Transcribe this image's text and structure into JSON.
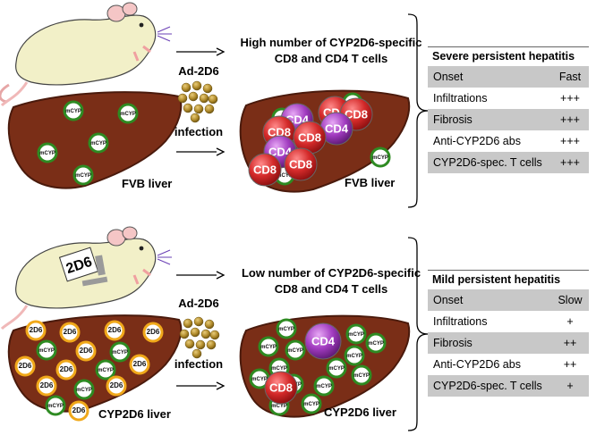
{
  "top": {
    "liver_label": "FVB liver",
    "virus_label": "Ad-2D6",
    "infection_label": "infection",
    "result_line1": "High number of CYP2D6-specific",
    "result_line2": "CD8 and CD4 T cells",
    "result_liver_label": "FVB liver",
    "table_title": "Severe persistent hepatitis",
    "rows": [
      {
        "label": "Onset",
        "value": "Fast"
      },
      {
        "label": "Infiltrations",
        "value": "+++"
      },
      {
        "label": "Fibrosis",
        "value": "+++"
      },
      {
        "label": "Anti-CYP2D6 abs",
        "value": "+++"
      },
      {
        "label": "CYP2D6-spec. T cells",
        "value": "+++"
      }
    ]
  },
  "bottom": {
    "mouse_tag": "2D6",
    "liver_label": "CYP2D6 liver",
    "virus_label": "Ad-2D6",
    "infection_label": "infection",
    "result_line1": "Low number of CYP2D6-specific",
    "result_line2": "CD8 and CD4 T cells",
    "result_liver_label": "CYP2D6 liver",
    "table_title": "Mild persistent hepatitis",
    "rows": [
      {
        "label": "Onset",
        "value": "Slow"
      },
      {
        "label": "Infiltrations",
        "value": "+"
      },
      {
        "label": "Fibrosis",
        "value": "++"
      },
      {
        "label": "Anti-CYP2D6 abs",
        "value": "++"
      },
      {
        "label": "CYP2D6-spec. T cells",
        "value": "+"
      }
    ]
  },
  "cell_labels": {
    "mcyp": "mCYP",
    "hcyp": "2D6",
    "cd8": "CD8",
    "cd4": "CD4"
  },
  "colors": {
    "liver": "#7a2e17",
    "liver_edge": "#4a1a0c",
    "hepatocyte_ring_green": "#2e8b22",
    "hepatocyte_ring_orange": "#f0a81a",
    "cd8": "#d42a2a",
    "cd4": "#a23cc0",
    "virus": "#b08a2a",
    "table_shade": "#c8c8c8"
  }
}
